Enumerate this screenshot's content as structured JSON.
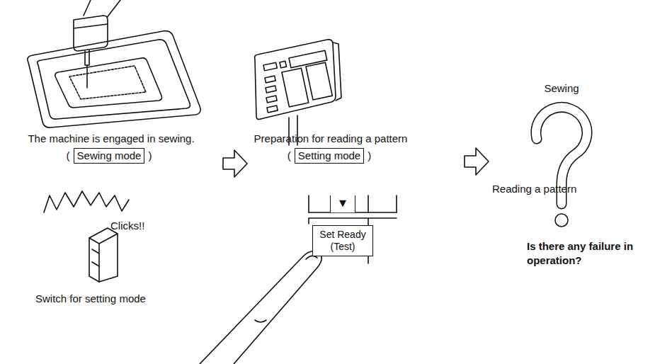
{
  "diagram": {
    "nodes": [
      {
        "text": [
          "Sewing mode"
        ]
      },
      {
        "text": [
          "Setting mode"
        ]
      },
      {
        "text": [
          "▼"
        ]
      },
      {
        "text": [
          "Set Ready (Test)"
        ]
      }
    ],
    "labels": [
      "The machine is engaged in sewing.",
      "(",
      ")",
      "Preparation for reading a pattern",
      "(",
      ")",
      "Reading a pattern",
      "Sewing",
      "Is there any failure in operation?",
      "Clicks!!",
      "Switch for setting mode"
    ]
  }
}
